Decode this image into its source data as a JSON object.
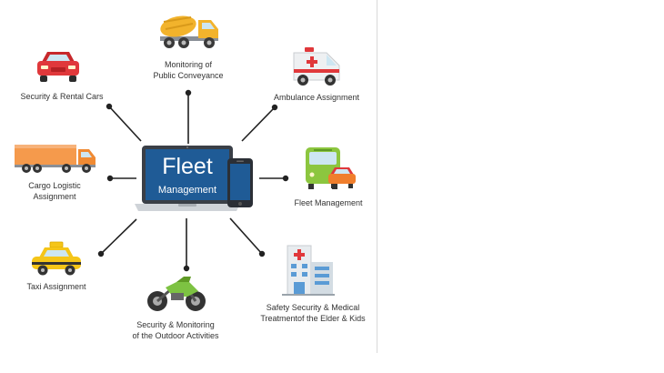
{
  "center": {
    "title": "Fleet",
    "subtitle": "Management"
  },
  "nodes": {
    "security_rental_cars": "Security & Rental Cars",
    "public_conveyance_line1": "Monitoring of",
    "public_conveyance_line2": "Public Conveyance",
    "ambulance": "Ambulance Assignment",
    "cargo_line1": "Cargo Logistic",
    "cargo_line2": "Assignment",
    "fleet_management": "Fleet Management",
    "taxi": "Taxi Assignment",
    "outdoor_line1": "Security & Monitoring",
    "outdoor_line2": "of the Outdoor Activities",
    "medical_line1": "Safety Security & Medical",
    "medical_line2": "Treatmentof the Elder & Kids"
  },
  "colors": {
    "screen": "#1f5b96",
    "connector": "#222222",
    "red_car": "#e0383b",
    "truck_orange": "#f59a4c",
    "mixer_yellow": "#f2b32c",
    "bus_green": "#8cc63f",
    "taxi_yellow": "#f5c518",
    "bike_green": "#7dc242"
  },
  "icons": [
    "red-car-icon",
    "cement-mixer-icon",
    "ambulance-icon",
    "cargo-truck-icon",
    "bus-and-car-icon",
    "taxi-icon",
    "motorbike-icon",
    "hospital-icon",
    "laptop-icon",
    "smartphone-icon"
  ]
}
